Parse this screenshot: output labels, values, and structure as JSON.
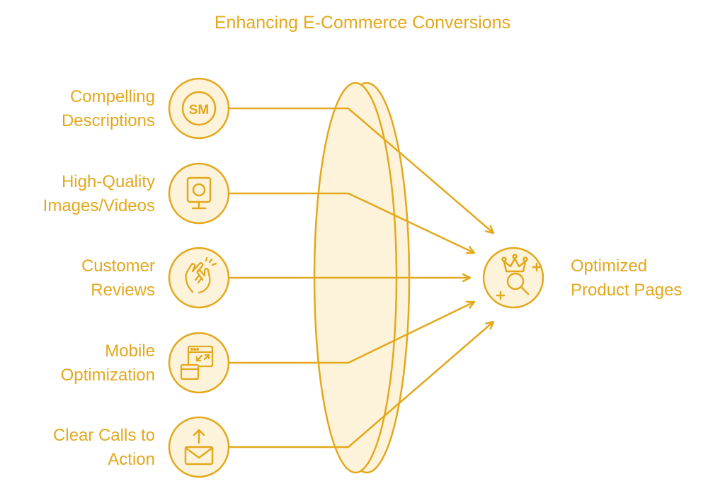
{
  "title": "Enhancing E-Commerce Conversions",
  "colors": {
    "accent": "#e3a81c",
    "fill": "#fdf3da",
    "background": "#ffffff"
  },
  "inputs": [
    {
      "id": "descriptions",
      "label_lines": [
        "Compelling",
        "Descriptions"
      ],
      "icon": "sm-badge-icon"
    },
    {
      "id": "media",
      "label_lines": [
        "High-Quality",
        "Images/Videos"
      ],
      "icon": "camera-icon"
    },
    {
      "id": "reviews",
      "label_lines": [
        "Customer",
        "Reviews"
      ],
      "icon": "clapping-hands-icon"
    },
    {
      "id": "mobile",
      "label_lines": [
        "Mobile",
        "Optimization"
      ],
      "icon": "responsive-screens-icon"
    },
    {
      "id": "cta",
      "label_lines": [
        "Clear Calls to",
        "Action"
      ],
      "icon": "envelope-upload-icon"
    }
  ],
  "output": {
    "label_lines": [
      "Optimized",
      "Product Pages"
    ],
    "icon": "crown-magnifier-icon"
  }
}
